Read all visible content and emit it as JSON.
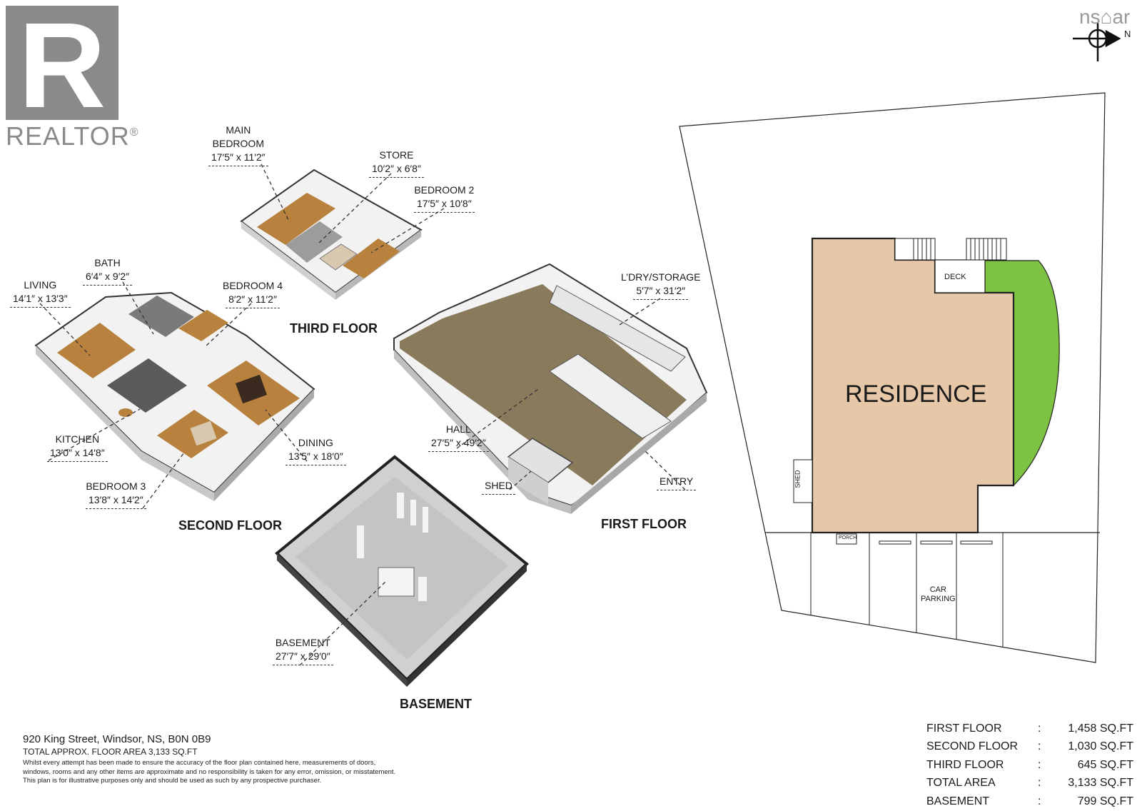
{
  "branding": {
    "logo_letter": "R",
    "logo_word": "REALTOR",
    "logo_mark": "®",
    "nsar": "ns⌂ar",
    "compass_label": "N"
  },
  "floors": {
    "third": {
      "title": "THIRD FLOOR"
    },
    "second": {
      "title": "SECOND FLOOR"
    },
    "first": {
      "title": "FIRST FLOOR"
    },
    "basement": {
      "title": "BASEMENT"
    }
  },
  "rooms": {
    "main_bedroom": {
      "name_line1": "MAIN",
      "name_line2": "BEDROOM",
      "dims": "17′5″ x 11′2″"
    },
    "store": {
      "name": "STORE",
      "dims": "10′2″ x 6′8″"
    },
    "bedroom2": {
      "name": "BEDROOM 2",
      "dims": "17′5″ x 10′8″"
    },
    "bath": {
      "name": "BATH",
      "dims": "6′4″ x 9′2″"
    },
    "living": {
      "name": "LIVING",
      "dims": "14′1″ x 13′3″"
    },
    "bedroom4": {
      "name": "BEDROOM 4",
      "dims": "8′2″ x 11′2″"
    },
    "kitchen": {
      "name": "KITCHEN",
      "dims": "13′0″ x 14′8″"
    },
    "dining": {
      "name": "DINING",
      "dims": "13′5″ x 18′0″"
    },
    "bedroom3": {
      "name": "BEDROOM 3",
      "dims": "13′8″ x 14′2″"
    },
    "ldry": {
      "name": "L’DRY/STORAGE",
      "dims": "5′7″ x 31′2″"
    },
    "hall": {
      "name": "HALL",
      "dims": "27′5″ x 49′2″"
    },
    "shed": {
      "name": "SHED"
    },
    "entry": {
      "name": "ENTRY"
    },
    "basement": {
      "name": "BASEMENT",
      "dims": "27′7″ x 29′0″"
    }
  },
  "site": {
    "residence": "RESIDENCE",
    "deck": "DECK",
    "shed": "SHED",
    "porch": "PORCH",
    "parking_line1": "CAR",
    "parking_line2": "PARKING",
    "colors": {
      "residence": "#e6c7a8",
      "lawn": "#7dc242",
      "outline": "#222222"
    }
  },
  "footer": {
    "address": "920 King Street, Windsor, NS, B0N 0B9",
    "total_area": "TOTAL APPROX. FLOOR AREA 3,133 SQ.FT",
    "disclaimer_line1": "Whilst every attempt has been made to ensure the accuracy of the floor plan contained here, measurements of doors,",
    "disclaimer_line2": "windows, rooms and any other items are approximate and no responsibility is taken for any error, omission, or misstatement.",
    "disclaimer_line3": "This plan is for illustrative purposes only and should be used as such by any prospective purchaser."
  },
  "areas": [
    {
      "name": "FIRST FLOOR",
      "sep": ":",
      "value": "1,458 SQ.FT"
    },
    {
      "name": "SECOND FLOOR",
      "sep": ":",
      "value": "1,030 SQ.FT"
    },
    {
      "name": "THIRD FLOOR",
      "sep": ":",
      "value": "645 SQ.FT"
    },
    {
      "name": "TOTAL AREA",
      "sep": ":",
      "value": "3,133 SQ.FT"
    },
    {
      "name": "BASEMENT",
      "sep": ":",
      "value": "799 SQ.FT"
    }
  ]
}
